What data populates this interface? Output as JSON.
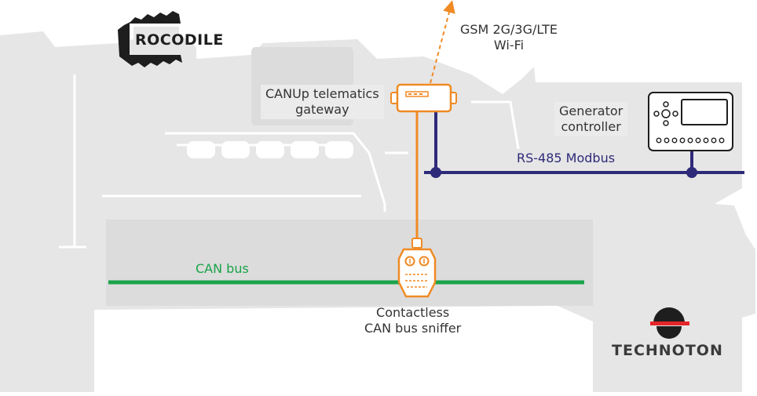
{
  "diagram": {
    "labels": {
      "gsm_line1": "GSM 2G/3G/LTE",
      "gsm_line2": "Wi-Fi",
      "gateway_line1": "CANUp telematics",
      "gateway_line2": "gateway",
      "generator_line1": "Generator",
      "generator_line2": "controller",
      "rs485": "RS-485 Modbus",
      "can_bus": "CAN bus",
      "sniffer_line1": "Contactless",
      "sniffer_line2": "CAN bus sniffer"
    },
    "logos": {
      "crocodile": "ROCODILE",
      "technoton": "TECHNOTON"
    },
    "colors": {
      "can_bus": "#1aa34a",
      "modbus": "#2e2a7a",
      "device": "#f08a24",
      "engine": "#e6e6e6",
      "text": "#333333",
      "brand_red": "#e4262a"
    }
  }
}
